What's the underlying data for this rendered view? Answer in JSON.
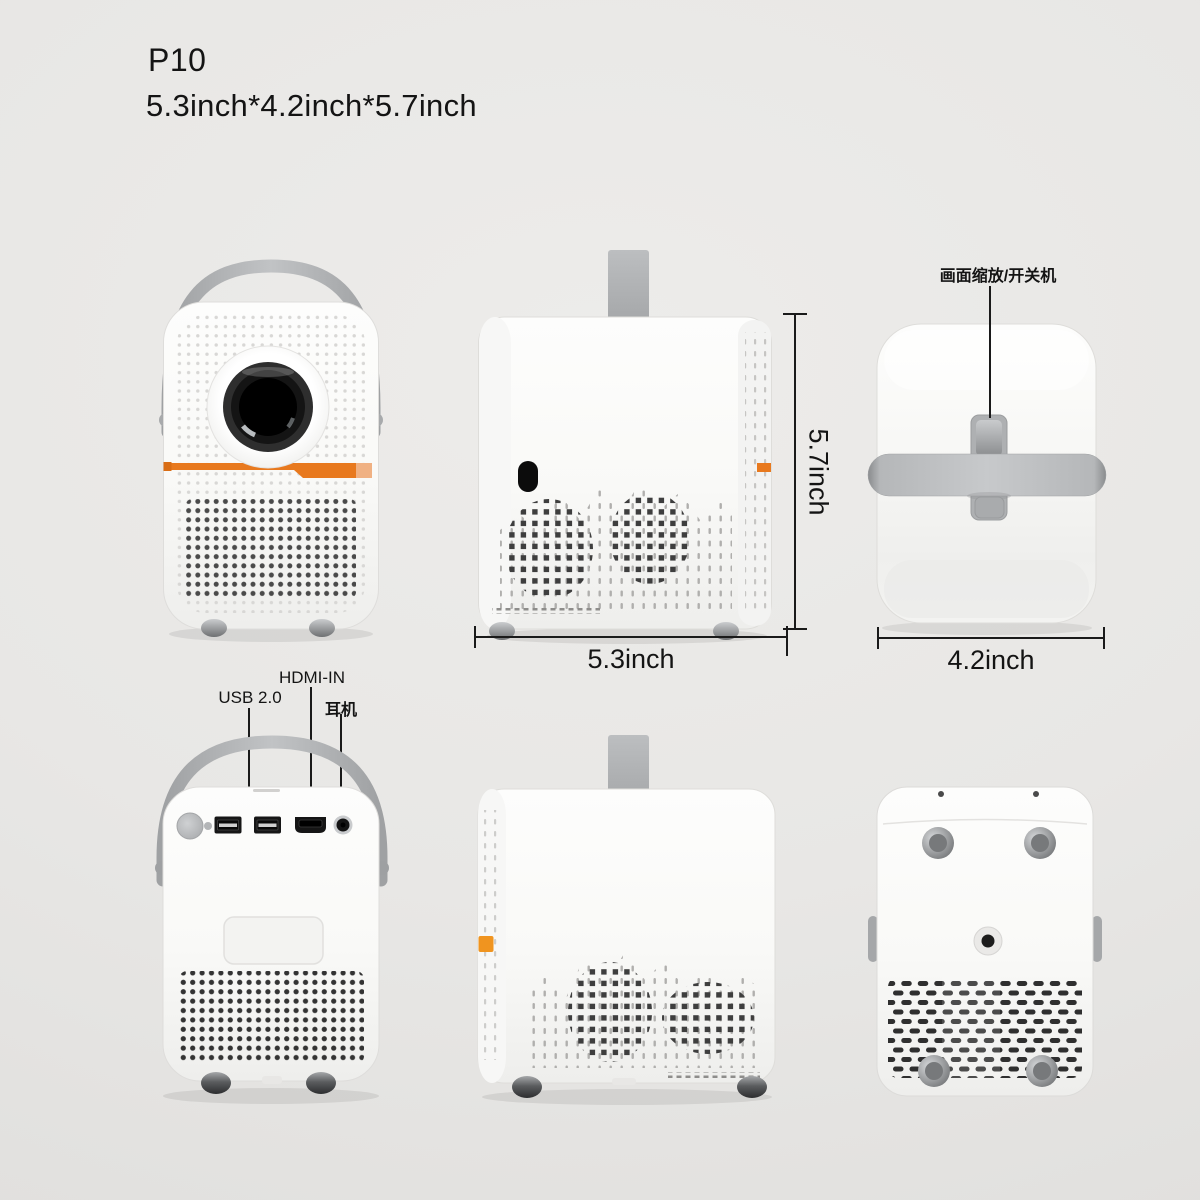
{
  "header": {
    "model": "P10",
    "size_text": "5.3inch*4.2inch*5.7inch"
  },
  "callouts": {
    "zoom_power_label": "画面缩放/开关机",
    "usb_label": "USB 2.0",
    "hdmi_label": "HDMI-IN",
    "headphone_label": "耳机"
  },
  "dimensions": {
    "height_label": "5.7inch",
    "width_label": "5.3inch",
    "depth_label": "4.2inch"
  },
  "colors": {
    "accent_orange": "#E8791E",
    "accent_orange_light": "#F0B183",
    "handle_gray": "#AFB1B3",
    "body_white": "#FBFBFA",
    "background_gray": "#E6E5E3",
    "grille_dark": "#3A3A3A",
    "text_dark": "#141414"
  }
}
